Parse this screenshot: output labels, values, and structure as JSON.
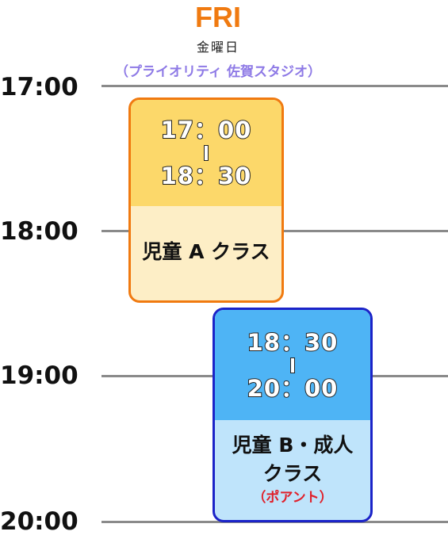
{
  "header": {
    "day_en": "FRI",
    "day_jp": "金曜日",
    "venue": "（プライオリティ 佐賀スタジオ）"
  },
  "time_axis": [
    "17:00",
    "18:00",
    "19:00",
    "20:00"
  ],
  "classes": [
    {
      "start": "17：00",
      "end": "18：30",
      "name": "児童 A クラス",
      "color": "#fcd86a",
      "border": "#f07a10"
    },
    {
      "start": "18：30",
      "end": "20：00",
      "name_line1": "児童 B・成人",
      "name_line2": "クラス",
      "note": "（ポアント）",
      "color": "#4eb4f5",
      "border": "#1b23c8"
    }
  ],
  "colors": {
    "accent": "#f07a10",
    "venue": "#8e7ae6",
    "note": "#e0202a",
    "line": "#8a8a8a"
  }
}
